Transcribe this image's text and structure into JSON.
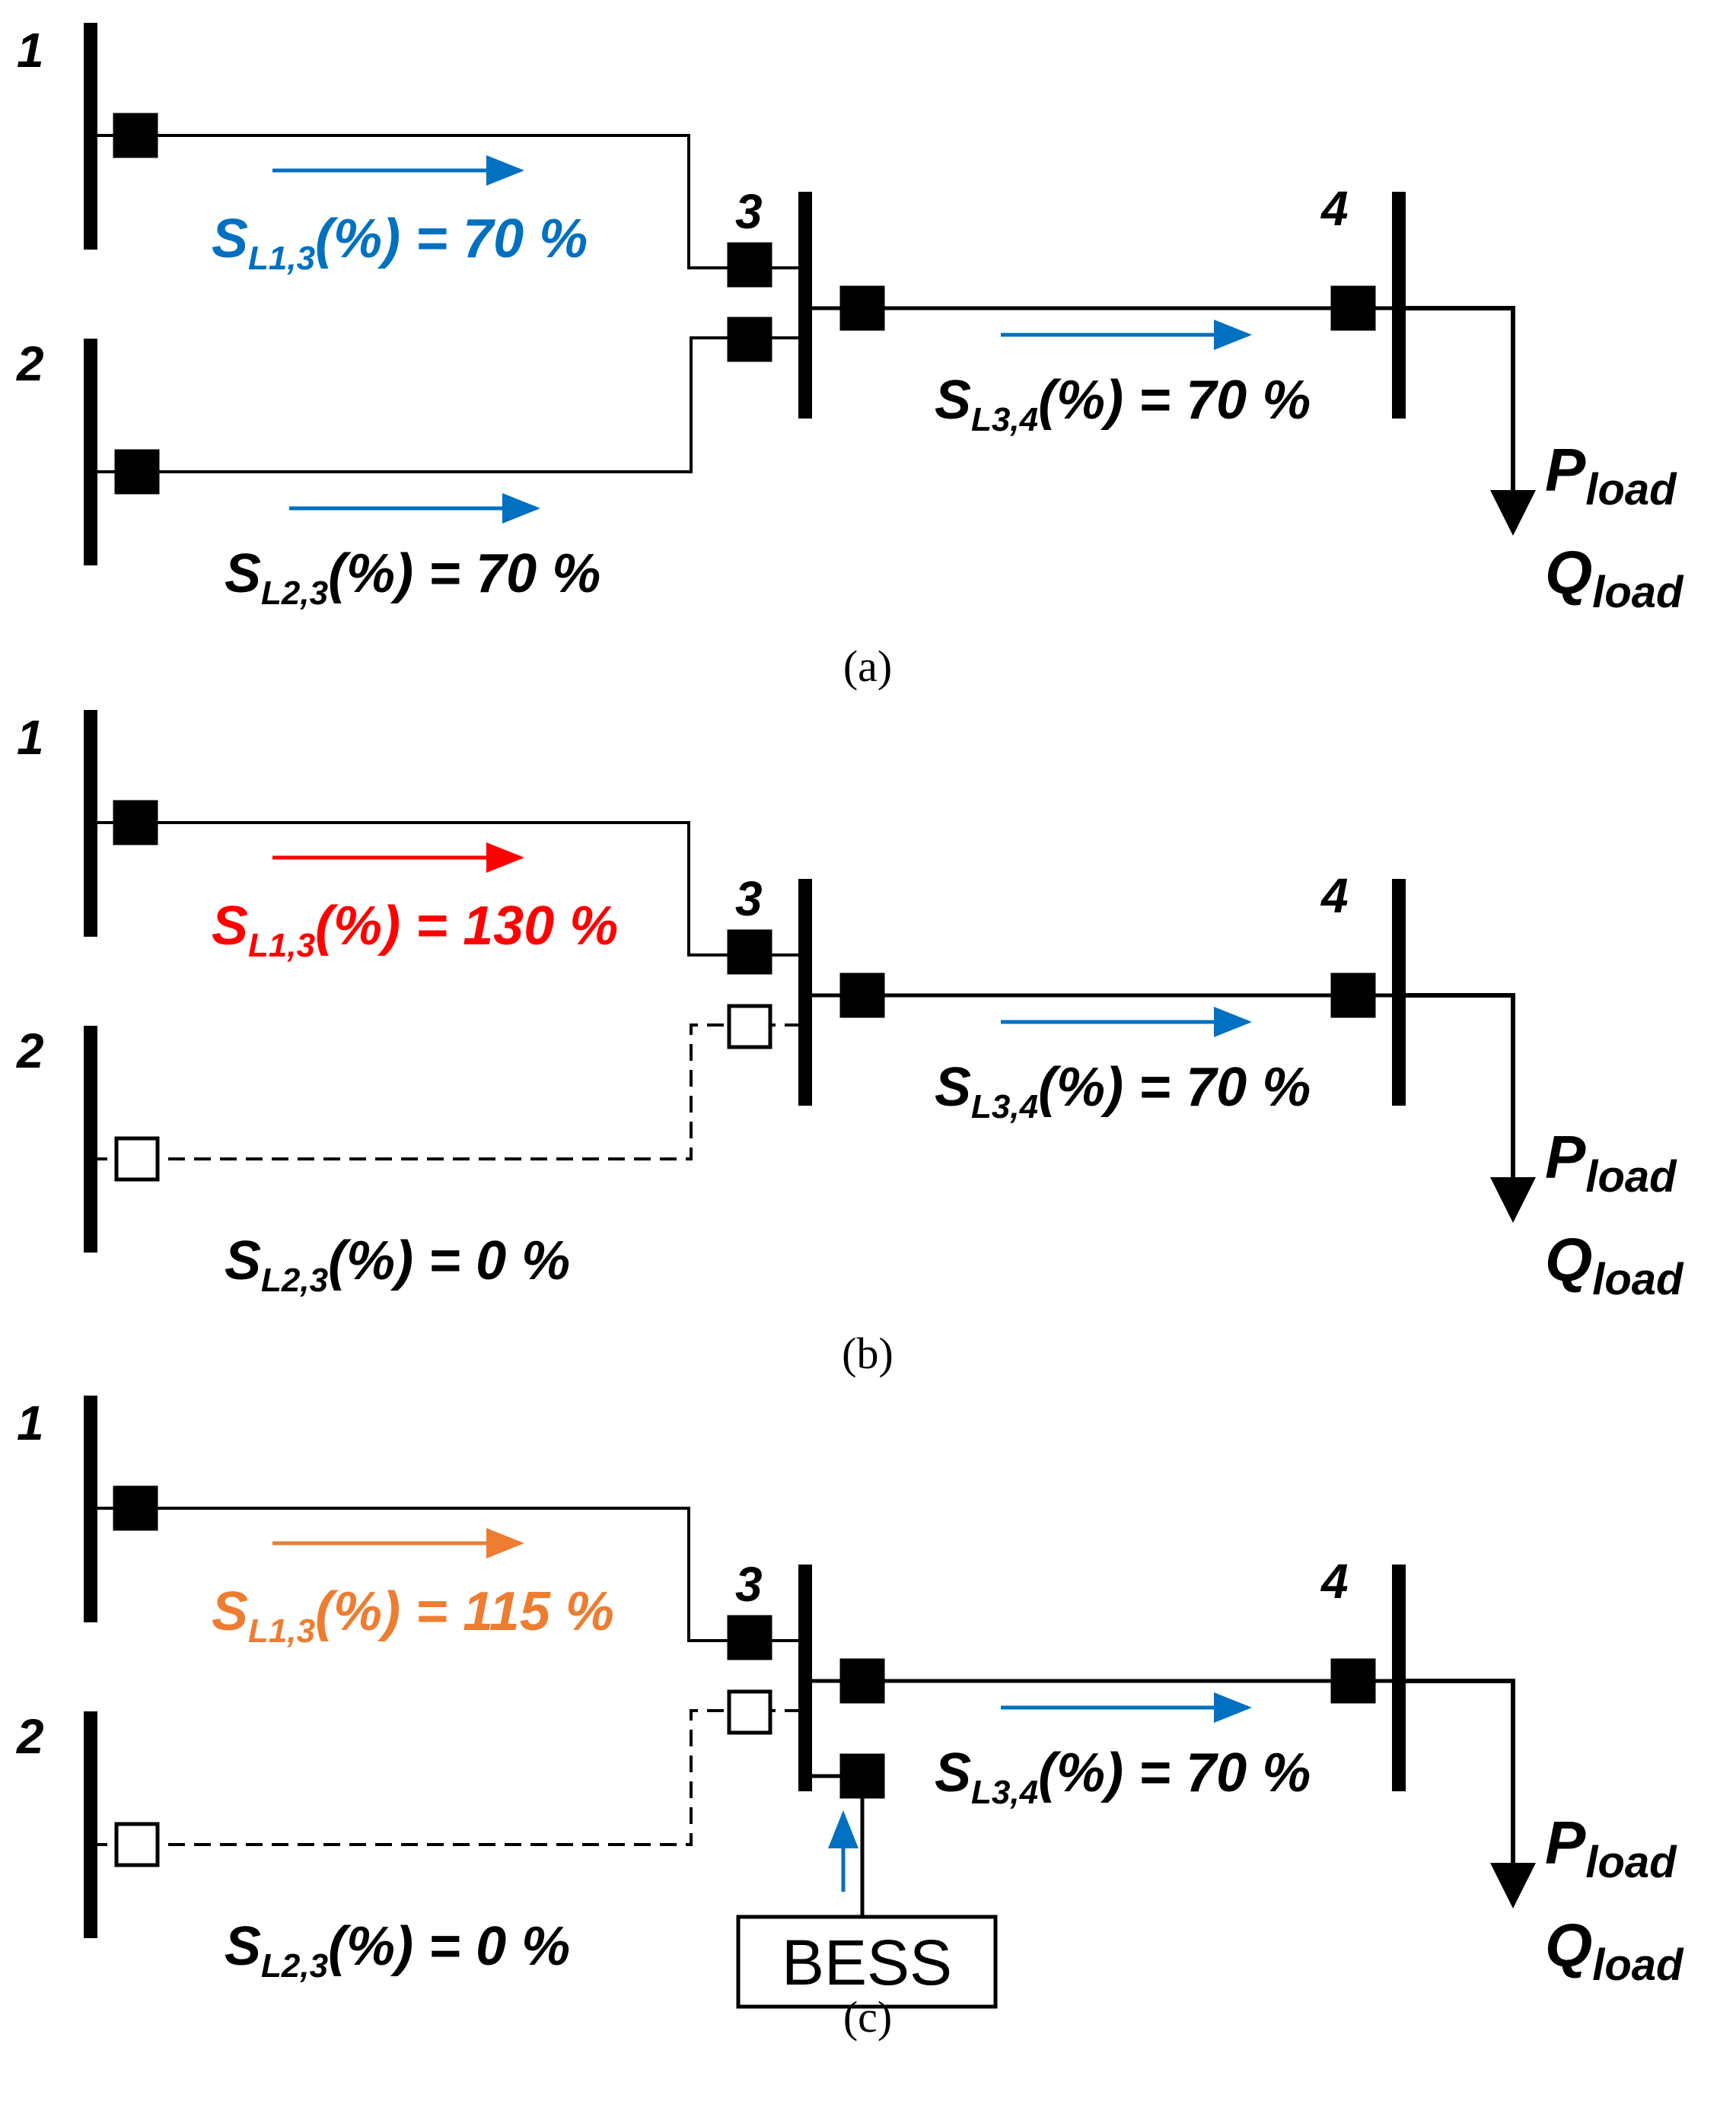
{
  "colors": {
    "line": "#000000",
    "arrow_normal": "#0070c0",
    "arrow_overload": "#ff0000",
    "arrow_relieved": "#ed7d31",
    "background": "#ffffff"
  },
  "panels": [
    {
      "caption": "(a)",
      "buses": {
        "b1": "1",
        "b2": "2",
        "b3": "3",
        "b4": "4"
      },
      "flows": {
        "l13": {
          "sym": "S",
          "sub": "L1,3",
          "rest": "(%) = 70 %",
          "state": "normal"
        },
        "l23": {
          "sym": "S",
          "sub": "L2,3",
          "rest": "(%) = 70 %",
          "state": "normal"
        },
        "l34": {
          "sym": "S",
          "sub": "L3,4",
          "rest": "(%) = 70 %",
          "state": "normal"
        }
      },
      "line_2_3_in_service": true,
      "has_bess": false,
      "load": {
        "p_sym": "P",
        "p_sub": "load",
        "q_sym": "Q",
        "q_sub": "load"
      }
    },
    {
      "caption": "(b)",
      "buses": {
        "b1": "1",
        "b2": "2",
        "b3": "3",
        "b4": "4"
      },
      "flows": {
        "l13": {
          "sym": "S",
          "sub": "L1,3",
          "rest": "(%) = 130 %",
          "state": "overload"
        },
        "l23": {
          "sym": "S",
          "sub": "L2,3",
          "rest": "(%) = 0 %",
          "state": "off"
        },
        "l34": {
          "sym": "S",
          "sub": "L3,4",
          "rest": "(%) = 70 %",
          "state": "normal"
        }
      },
      "line_2_3_in_service": false,
      "has_bess": false,
      "load": {
        "p_sym": "P",
        "p_sub": "load",
        "q_sym": "Q",
        "q_sub": "load"
      }
    },
    {
      "caption": "(c)",
      "buses": {
        "b1": "1",
        "b2": "2",
        "b3": "3",
        "b4": "4"
      },
      "flows": {
        "l13": {
          "sym": "S",
          "sub": "L1,3",
          "rest": "(%) = 115 %",
          "state": "relieved"
        },
        "l23": {
          "sym": "S",
          "sub": "L2,3",
          "rest": "(%) = 0 %",
          "state": "off"
        },
        "l34": {
          "sym": "S",
          "sub": "L3,4",
          "rest": "(%) = 70 %",
          "state": "normal"
        }
      },
      "line_2_3_in_service": false,
      "has_bess": true,
      "bess_label": "BESS",
      "load": {
        "p_sym": "P",
        "p_sub": "load",
        "q_sym": "Q",
        "q_sub": "load"
      }
    }
  ]
}
